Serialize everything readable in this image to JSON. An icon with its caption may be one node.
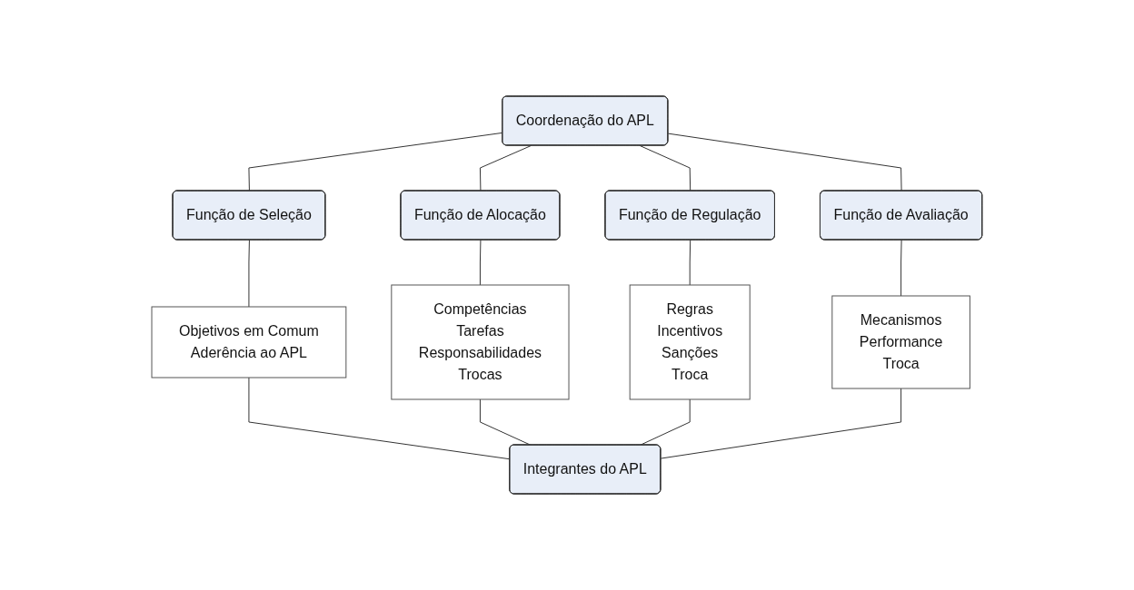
{
  "diagram": {
    "nodes": [
      {
        "text": [
          "Coordenação do APL"
        ]
      },
      {
        "text": [
          "Função de Seleção"
        ]
      },
      {
        "text": [
          "Função de Alocação"
        ]
      },
      {
        "text": [
          "Função de Regulação"
        ]
      },
      {
        "text": [
          "Função de Avaliação"
        ]
      },
      {
        "text": [
          "Objetivos em Comum",
          "Aderência ao APL"
        ]
      },
      {
        "text": [
          "Competências",
          "Tarefas",
          "Responsabilidades",
          "Trocas"
        ]
      },
      {
        "text": [
          "Regras",
          "Incentivos",
          "Sanções",
          "Troca"
        ]
      },
      {
        "text": [
          "Mecanismos",
          "Performance",
          "Troca"
        ]
      },
      {
        "text": [
          "Integrantes do APL"
        ]
      }
    ],
    "edges": [
      {
        "from": 0,
        "to": 1,
        "arrow": "none"
      },
      {
        "from": 0,
        "to": 2,
        "arrow": "none"
      },
      {
        "from": 0,
        "to": 3,
        "arrow": "none"
      },
      {
        "from": 0,
        "to": 4,
        "arrow": "none"
      },
      {
        "from": 1,
        "to": 5,
        "arrow": "none"
      },
      {
        "from": 2,
        "to": 6,
        "arrow": "none"
      },
      {
        "from": 3,
        "to": 7,
        "arrow": "none"
      },
      {
        "from": 4,
        "to": 8,
        "arrow": "none"
      },
      {
        "from": 5,
        "to": 9,
        "arrow": "none"
      },
      {
        "from": 6,
        "to": 9,
        "arrow": "none"
      },
      {
        "from": 7,
        "to": 9,
        "arrow": "none"
      },
      {
        "from": 8,
        "to": 9,
        "arrow": "none"
      }
    ]
  }
}
